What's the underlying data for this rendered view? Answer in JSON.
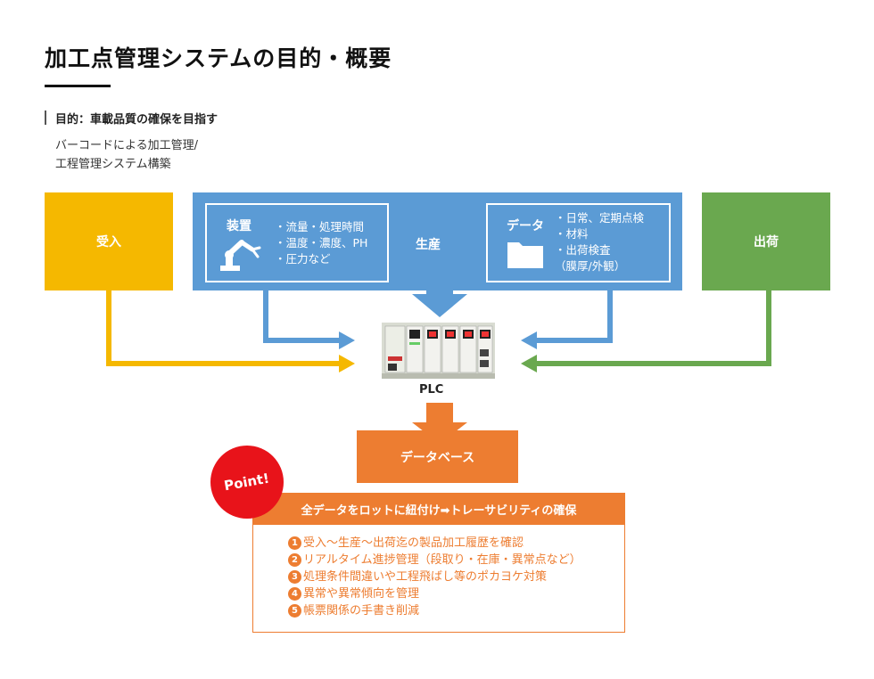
{
  "title": "加工点管理システムの目的・概要",
  "purpose": "目的：車載品質の確保を目指す",
  "description": [
    "バーコードによる加工管理/",
    "工程管理システム構築"
  ],
  "boxes": {
    "ukeire": "受入",
    "seisan": "生産",
    "shukka": "出荷",
    "database": "データベース"
  },
  "device": {
    "title": "装置",
    "items": [
      "・流量・処理時間",
      "・温度・濃度、PH",
      "・圧力など"
    ],
    "icon": "robot-arm-icon"
  },
  "data": {
    "title": "データ",
    "items": [
      "・日常、定期点検",
      "・材料",
      "・出荷検査",
      "（膜厚/外観）"
    ],
    "icon": "folder-icon"
  },
  "plc": {
    "label": "PLC"
  },
  "point": {
    "badge": "Point!",
    "header": "全データをロットに紐付け➡トレーサビリティの確保",
    "items": [
      {
        "num": "1",
        "text": "受入〜生産〜出荷迄の製品加工履歴を確認"
      },
      {
        "num": "2",
        "text": "リアルタイム進捗管理（段取り・在庫・異常点など）"
      },
      {
        "num": "3",
        "text": "処理条件間違いや工程飛ばし等のポカヨケ対策"
      },
      {
        "num": "4",
        "text": "異常や異常傾向を管理"
      },
      {
        "num": "5",
        "text": "帳票関係の手書き削減"
      }
    ]
  },
  "colors": {
    "ukeire": "#f5b800",
    "seisan": "#5b9bd5",
    "shukka": "#6aa84f",
    "accent": "#ed7d31",
    "badge": "#e8131a"
  }
}
